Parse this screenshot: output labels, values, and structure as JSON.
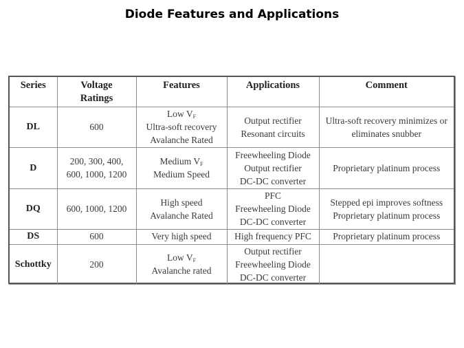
{
  "slide": {
    "title": "Diode Features and Applications"
  },
  "table": {
    "headers": {
      "series": "Series",
      "voltage_line1": "Voltage",
      "voltage_line2": "Ratings",
      "features": "Features",
      "applications": "Applications",
      "comment": "Comment"
    },
    "vf_symbol": "V",
    "vf_subscript": "F",
    "rows": [
      {
        "series": "DL",
        "voltage": [
          "600"
        ],
        "features": [
          {
            "prefix": "Low ",
            "vf": true
          },
          {
            "text": "Ultra-soft recovery"
          },
          {
            "text": "Avalanche Rated"
          }
        ],
        "applications": [
          "Output rectifier",
          "Resonant circuits"
        ],
        "comment": [
          "Ultra-soft recovery minimizes or",
          "eliminates snubber"
        ]
      },
      {
        "series": "D",
        "voltage": [
          "200, 300, 400,",
          "600, 1000, 1200"
        ],
        "features": [
          {
            "prefix": "Medium ",
            "vf": true
          },
          {
            "text": "Medium Speed"
          }
        ],
        "applications": [
          "Freewheeling Diode",
          "Output rectifier",
          "DC-DC converter"
        ],
        "comment": [
          "Proprietary platinum process"
        ]
      },
      {
        "series": "DQ",
        "voltage": [
          "600, 1000, 1200"
        ],
        "features": [
          {
            "text": "High speed"
          },
          {
            "text": "Avalanche Rated"
          }
        ],
        "applications": [
          "PFC",
          "Freewheeling Diode",
          "DC-DC converter"
        ],
        "comment": [
          "Stepped epi improves softness",
          "Proprietary platinum process"
        ]
      },
      {
        "series": "DS",
        "voltage": [
          "600"
        ],
        "features": [
          {
            "text": "Very high speed"
          }
        ],
        "applications": [
          "High frequency PFC"
        ],
        "comment": [
          "Proprietary platinum process"
        ]
      },
      {
        "series": "Schottky",
        "voltage": [
          "200"
        ],
        "features": [
          {
            "prefix": "Low ",
            "vf": true
          },
          {
            "text": "Avalanche rated"
          }
        ],
        "applications": [
          "Output rectifier",
          "Freewheeling Diode",
          "DC-DC converter"
        ],
        "comment": []
      }
    ]
  }
}
